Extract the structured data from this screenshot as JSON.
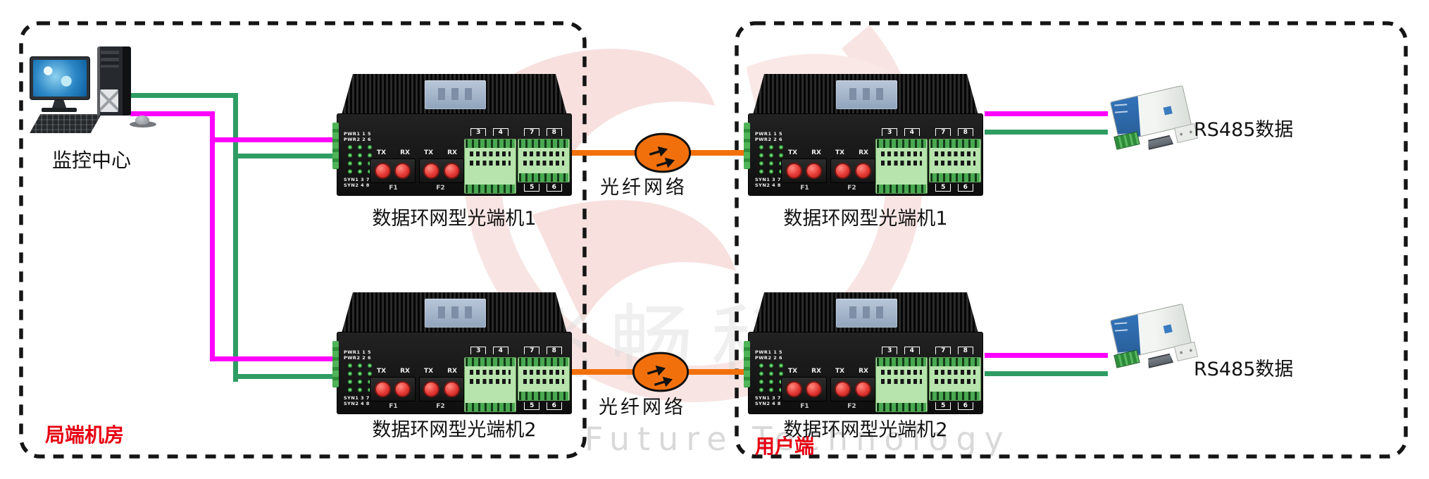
{
  "diagram": {
    "left_room": {
      "label": "局端机房"
    },
    "right_room": {
      "label": "用户端"
    },
    "monitoring_center": {
      "label": "监控中心"
    },
    "devices": [
      {
        "id": "left-1",
        "label": "数据环网型光端机1"
      },
      {
        "id": "left-2",
        "label": "数据环网型光端机2"
      },
      {
        "id": "right-1",
        "label": "数据环网型光端机1"
      },
      {
        "id": "right-2",
        "label": "数据环网型光端机2"
      }
    ],
    "fiber_links": [
      {
        "label": "光纤网络"
      },
      {
        "label": "光纤网络"
      }
    ],
    "rs485_units": [
      {
        "label": "RS485数据"
      },
      {
        "label": "RS485数据"
      }
    ],
    "device_panel": {
      "pwr_caption": "PWR1 1   5\nPWR2 2   6",
      "syn_caption": "SYN1 3   7\nSYN2 4   8",
      "tx": "TX",
      "rx": "RX",
      "f1": "F1",
      "f2": "F2",
      "t3": "3",
      "t4": "4",
      "t5": "5",
      "t6": "6",
      "t7": "7",
      "t8": "8"
    },
    "watermark": {
      "text_en": "Future Technology",
      "text_cn": "飞畅科技"
    },
    "colors": {
      "magenta_cable": "#ff00ff",
      "green_cable": "#2f9c63",
      "orange_fiber": "#f2700c",
      "room_label_red": "#e60012"
    }
  }
}
